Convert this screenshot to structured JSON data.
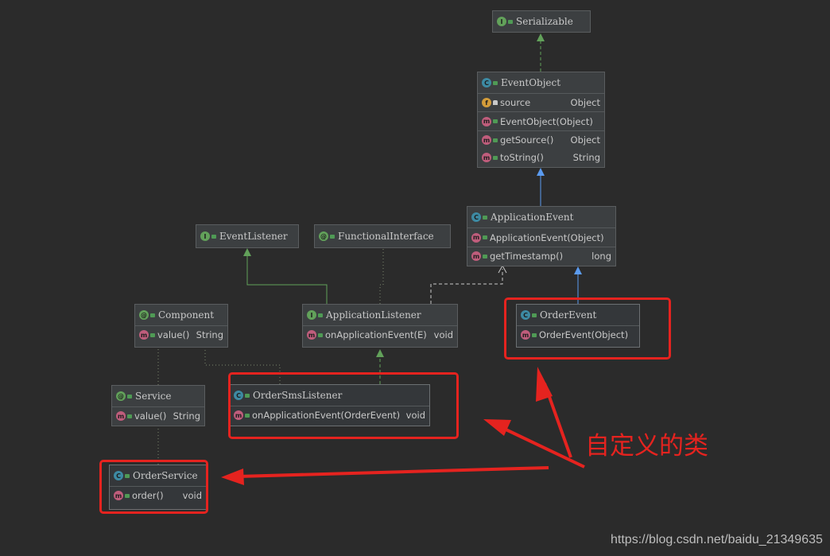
{
  "boxes": {
    "serializable": {
      "title": "Serializable",
      "kind": "iface",
      "icon": "interface-icon"
    },
    "eventobject": {
      "title": "EventObject",
      "kind": "class",
      "icon": "class-icon",
      "fields": [
        {
          "name": "source",
          "type": "Object"
        }
      ],
      "constructors": [
        {
          "name": "EventObject(Object)",
          "type": ""
        }
      ],
      "methods": [
        {
          "name": "getSource()",
          "type": "Object"
        },
        {
          "name": "toString()",
          "type": "String"
        }
      ]
    },
    "applicationevent": {
      "title": "ApplicationEvent",
      "kind": "class",
      "icon": "abstract-class-icon",
      "constructors": [
        {
          "name": "ApplicationEvent(Object)",
          "type": ""
        }
      ],
      "methods": [
        {
          "name": "getTimestamp()",
          "type": "long"
        }
      ]
    },
    "eventlistener": {
      "title": "EventListener",
      "kind": "iface",
      "icon": "interface-icon"
    },
    "functionalinterface": {
      "title": "FunctionalInterface",
      "kind": "iface",
      "icon": "annotation-icon"
    },
    "applicationlistener": {
      "title": "ApplicationListener",
      "kind": "iface",
      "icon": "interface-icon",
      "methods": [
        {
          "name": "onApplicationEvent(E)",
          "type": "void"
        }
      ]
    },
    "component": {
      "title": "Component",
      "kind": "iface",
      "icon": "annotation-icon",
      "methods": [
        {
          "name": "value()",
          "type": "String"
        }
      ]
    },
    "orderevent": {
      "title": "OrderEvent",
      "kind": "class",
      "icon": "class-icon",
      "constructors": [
        {
          "name": "OrderEvent(Object)",
          "type": ""
        }
      ]
    },
    "ordersmslistener": {
      "title": "OrderSmsListener",
      "kind": "class",
      "icon": "class-icon",
      "methods": [
        {
          "name": "onApplicationEvent(OrderEvent)",
          "type": "void"
        }
      ]
    },
    "service": {
      "title": "Service",
      "kind": "iface",
      "icon": "annotation-icon",
      "methods": [
        {
          "name": "value()",
          "type": "String"
        }
      ]
    },
    "orderservice": {
      "title": "OrderService",
      "kind": "class",
      "icon": "class-icon",
      "methods": [
        {
          "name": "order()",
          "type": "void"
        }
      ]
    }
  },
  "annotation": "自定义的类",
  "watermark": "https://blog.csdn.net/baidu_21349635",
  "colors": {
    "background": "#2b2b2b",
    "box": "#3c3f41",
    "implements_arrow": "#62a15a",
    "extends_arrow": "#5b9bf0",
    "dependency": "#c8c8c8",
    "highlight": "#e5231f"
  }
}
